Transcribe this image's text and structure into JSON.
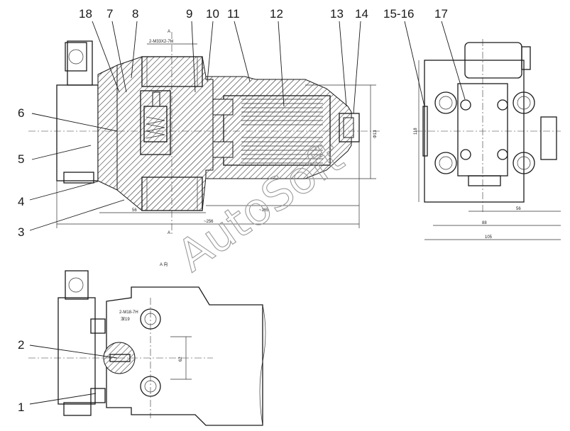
{
  "callouts": {
    "c18": "18",
    "c7": "7",
    "c8": "8",
    "c9": "9",
    "c10": "10",
    "c11": "11",
    "c12": "12",
    "c13": "13",
    "c14": "14",
    "c1516": "15-16",
    "c17": "17",
    "c6": "6",
    "c5": "5",
    "c4": "4",
    "c3": "3",
    "c2": "2",
    "c1": "1"
  },
  "dimensions": {
    "port_thread": "2-M33X2-7H",
    "len_56": "56",
    "len_165": "~165",
    "len_256": "~256",
    "dia_13": "Φ13",
    "height_118": "118",
    "width_56": "56",
    "width_88": "88",
    "width_105": "105",
    "view_label": "A 向",
    "bottom_thread": "2-M18-7H",
    "bottom_depth": "深19",
    "bottom_spacing": "62",
    "section_mark": "A"
  },
  "watermark": "AutoSoft"
}
